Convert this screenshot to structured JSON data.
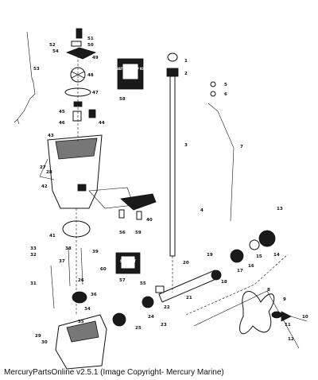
{
  "caption": "MercuryPartsOnline v2.5.1 (Image Copyright- Mercury Marine)",
  "callouts": [
    "1",
    "2",
    "3",
    "4",
    "5",
    "6",
    "7",
    "8",
    "9",
    "10",
    "11",
    "12",
    "13",
    "14",
    "15",
    "16",
    "17",
    "18",
    "19",
    "20",
    "21",
    "22",
    "23",
    "24",
    "25",
    "26",
    "27",
    "28",
    "29",
    "30",
    "31",
    "32",
    "33",
    "34",
    "35",
    "36",
    "37",
    "38",
    "39",
    "40",
    "41",
    "42",
    "43",
    "44",
    "45",
    "46",
    "47",
    "48",
    "49",
    "50",
    "51",
    "52",
    "53",
    "54",
    "55",
    "56",
    "57",
    "58",
    "59",
    "60"
  ],
  "kit_boxes": [
    "WATER PUMP KIT",
    "SEAL KIT"
  ],
  "colors": {
    "ink": "#111111",
    "background": "#ffffff"
  }
}
